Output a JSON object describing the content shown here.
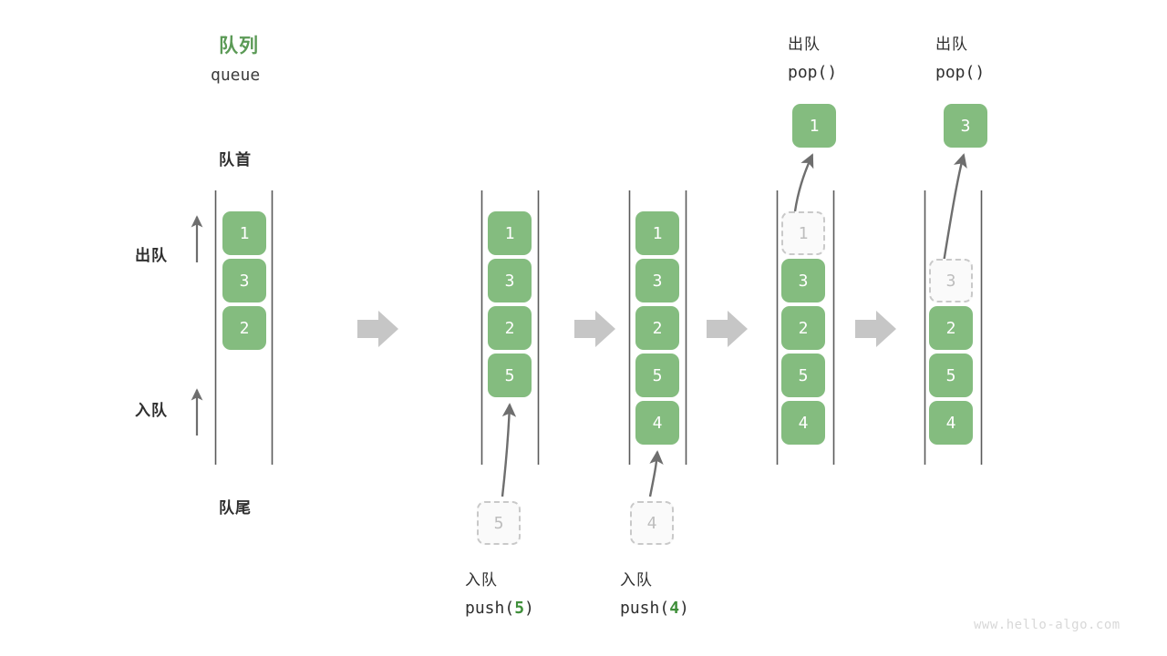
{
  "title": {
    "cn": "队列",
    "en": "queue",
    "color": "#5b9a56"
  },
  "labels": {
    "front": "队首",
    "rear": "队尾",
    "dequeue": "出队",
    "enqueue": "入队"
  },
  "colors": {
    "cell_fill": "#84bc7f",
    "cell_text": "#ffffff",
    "ghost_fill": "#fafafa",
    "ghost_border": "#c9c9c9",
    "ghost_text": "#bdbdbd",
    "rail": "#5a5a5a",
    "arrow": "#6e6e6e",
    "step_arrow": "#c6c6c6",
    "accent_green": "#3f8f3a"
  },
  "watermark": "www.hello-algo.com",
  "chart_data": {
    "type": "diagram",
    "title": "队列 queue",
    "columns": [
      {
        "id": "col-1",
        "caption_cn": "",
        "caption_code": "",
        "cells": [
          {
            "value": "1",
            "state": "filled"
          },
          {
            "value": "3",
            "state": "filled"
          },
          {
            "value": "2",
            "state": "filled"
          }
        ],
        "incoming": null,
        "popped": null
      },
      {
        "id": "col-2",
        "caption_cn": "入队",
        "caption_code_prefix": "push(",
        "caption_code_arg": "5",
        "caption_code_suffix": ")",
        "cells": [
          {
            "value": "1",
            "state": "filled"
          },
          {
            "value": "3",
            "state": "filled"
          },
          {
            "value": "2",
            "state": "filled"
          },
          {
            "value": "5",
            "state": "filled"
          }
        ],
        "incoming": {
          "value": "5",
          "state": "ghost"
        },
        "popped": null
      },
      {
        "id": "col-3",
        "caption_cn": "入队",
        "caption_code_prefix": "push(",
        "caption_code_arg": "4",
        "caption_code_suffix": ")",
        "cells": [
          {
            "value": "1",
            "state": "filled"
          },
          {
            "value": "3",
            "state": "filled"
          },
          {
            "value": "2",
            "state": "filled"
          },
          {
            "value": "5",
            "state": "filled"
          },
          {
            "value": "4",
            "state": "filled"
          }
        ],
        "incoming": {
          "value": "4",
          "state": "ghost"
        },
        "popped": null
      },
      {
        "id": "col-4",
        "caption_cn": "出队",
        "caption_code_prefix": "pop(",
        "caption_code_arg": "",
        "caption_code_suffix": ")",
        "cells": [
          {
            "value": "1",
            "state": "ghost"
          },
          {
            "value": "3",
            "state": "filled"
          },
          {
            "value": "2",
            "state": "filled"
          },
          {
            "value": "5",
            "state": "filled"
          },
          {
            "value": "4",
            "state": "filled"
          }
        ],
        "incoming": null,
        "popped": {
          "value": "1",
          "state": "filled"
        }
      },
      {
        "id": "col-5",
        "caption_cn": "出队",
        "caption_code_prefix": "pop(",
        "caption_code_arg": "",
        "caption_code_suffix": ")",
        "cells": [
          {
            "value": "",
            "state": "empty"
          },
          {
            "value": "3",
            "state": "ghost"
          },
          {
            "value": "2",
            "state": "filled"
          },
          {
            "value": "5",
            "state": "filled"
          },
          {
            "value": "4",
            "state": "filled"
          }
        ],
        "incoming": null,
        "popped": {
          "value": "3",
          "state": "filled"
        }
      }
    ]
  },
  "cells": {
    "c1": [
      "1",
      "3",
      "2"
    ],
    "c2": [
      "1",
      "3",
      "2",
      "5"
    ],
    "c3": [
      "1",
      "3",
      "2",
      "5",
      "4"
    ],
    "c4": [
      "1",
      "3",
      "2",
      "5",
      "4"
    ],
    "c5": [
      "3",
      "2",
      "5",
      "4"
    ]
  },
  "col2": {
    "op_cn": "入队",
    "code_prefix": "push(",
    "code_arg": "5",
    "code_suffix": ")",
    "ghost": "5",
    "v0": "1",
    "v1": "3",
    "v2": "2",
    "v3": "5"
  },
  "col3": {
    "op_cn": "入队",
    "code_prefix": "push(",
    "code_arg": "4",
    "code_suffix": ")",
    "ghost": "4",
    "v0": "1",
    "v1": "3",
    "v2": "2",
    "v3": "5",
    "v4": "4"
  },
  "col4": {
    "op_cn": "出队",
    "code": "pop()",
    "popped": "1",
    "ghost": "1",
    "v1": "3",
    "v2": "2",
    "v3": "5",
    "v4": "4"
  },
  "col5": {
    "op_cn": "出队",
    "code": "pop()",
    "popped": "3",
    "ghost": "3",
    "v2": "2",
    "v3": "5",
    "v4": "4"
  },
  "col1": {
    "v0": "1",
    "v1": "3",
    "v2": "2"
  }
}
